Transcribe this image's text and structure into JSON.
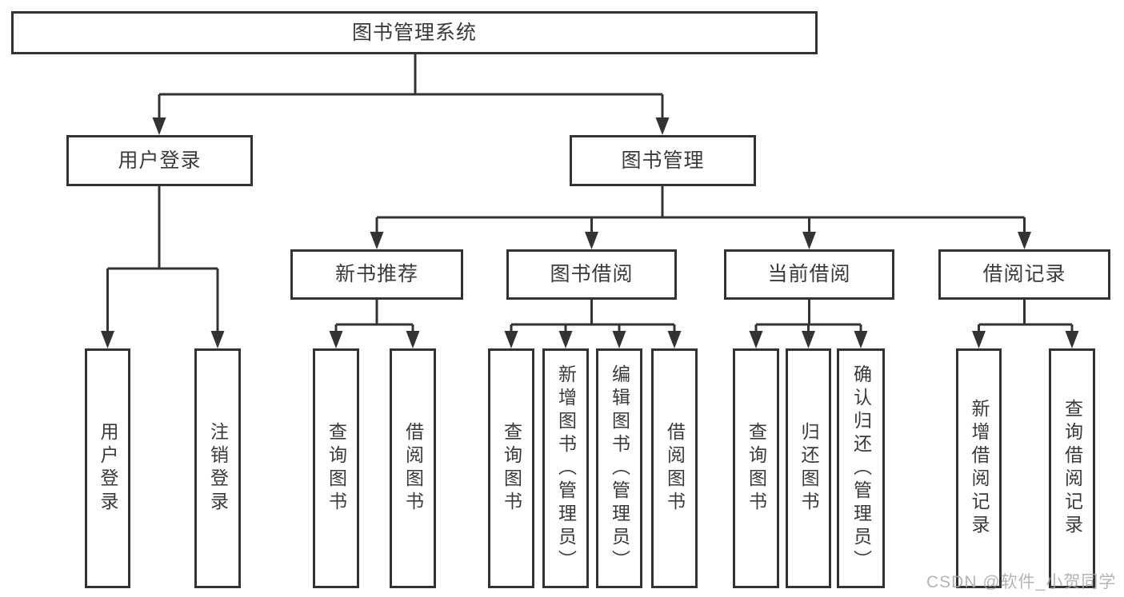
{
  "tree": {
    "label": "图书管理系统",
    "children": [
      {
        "label": "用户登录",
        "leaves": [
          "用户登录",
          "注销登录"
        ]
      },
      {
        "label": "图书管理",
        "children": [
          {
            "label": "新书推荐",
            "leaves": [
              "查询图书",
              "借阅图书"
            ]
          },
          {
            "label": "图书借阅",
            "leaves": [
              "查询图书",
              "新增图书（管理员）",
              "编辑图书（管理员）",
              "借阅图书"
            ]
          },
          {
            "label": "当前借阅",
            "leaves": [
              "查询图书",
              "归还图书",
              "确认归还（管理员）"
            ]
          },
          {
            "label": "借阅记录",
            "leaves": [
              "新增借阅记录",
              "查询借阅记录"
            ]
          }
        ]
      }
    ]
  },
  "watermark": "CSDN @软件_小贺同学",
  "colors": {
    "line": "#333333",
    "text": "#3a3a3a",
    "background": "#ffffff",
    "watermark": "#a8a8a8"
  }
}
